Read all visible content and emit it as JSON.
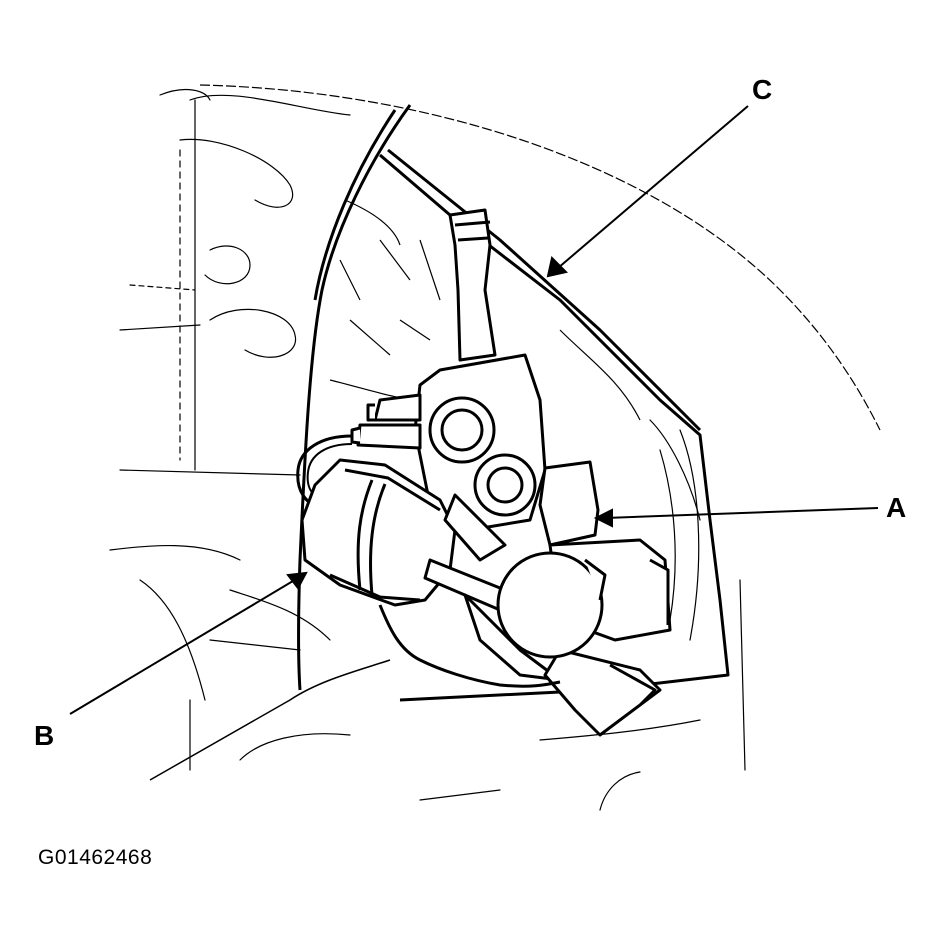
{
  "diagram": {
    "figure_id": "G01462468",
    "callouts": {
      "a": "A",
      "b": "B",
      "c": "C"
    }
  },
  "colors": {
    "ink": "#000000",
    "paper": "#ffffff"
  }
}
